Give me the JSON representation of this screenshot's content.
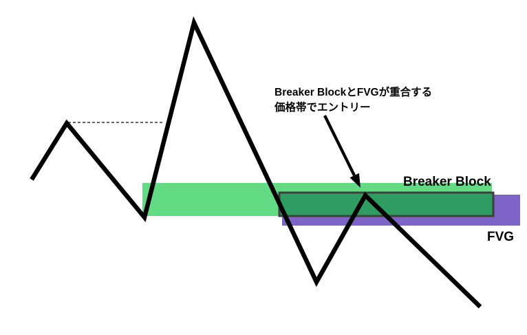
{
  "diagram": {
    "title_hint": "Breaker Block / FVG entry concept diagram",
    "annotation": {
      "line1": "Breaker BlockとFVGが重合する",
      "line2": "価格帯でエントリー"
    },
    "labels": {
      "breaker_block": "Breaker Block",
      "fvg": "FVG"
    },
    "colors": {
      "background": "#ffffff",
      "breaker_block_fill": "#63db85",
      "fvg_fill": "#7e64c6",
      "overlap_fill": "#2f9c62",
      "overlap_stroke": "#3f3f3f",
      "price_line": "#000000",
      "equal_high_dash": "#666666",
      "arrow": "#000000",
      "label_text": "#000000"
    }
  }
}
